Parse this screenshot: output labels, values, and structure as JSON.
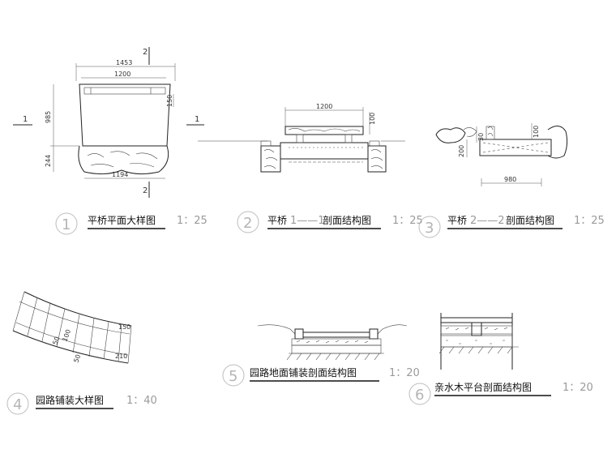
{
  "details": [
    {
      "number": "1",
      "title": "平桥平面大样图",
      "scale": "1：25",
      "dims": [
        "1453",
        "1200",
        "985",
        "244",
        "150",
        "1194"
      ],
      "section_marks": [
        "2",
        "2",
        "1",
        "1"
      ]
    },
    {
      "number": "2",
      "title_a": "平桥",
      "title_b": "1——1",
      "title_c": "剖面结构图",
      "scale": "1：25",
      "dims": [
        "1200",
        "100"
      ]
    },
    {
      "number": "3",
      "title_a": "平桥",
      "title_b": "2——2",
      "title_c": "剖面结构图",
      "scale": "1：25",
      "dims": [
        "980",
        "200",
        "100",
        "30"
      ]
    },
    {
      "number": "4",
      "title": "园路铺装大样图",
      "scale": "1：40",
      "dims": [
        "150",
        "100",
        "50",
        "210",
        "50"
      ]
    },
    {
      "number": "5",
      "title": "园路地面铺装剖面结构图",
      "scale": "1：20"
    },
    {
      "number": "6",
      "title": "亲水木平台剖面结构图",
      "scale": "1：20"
    }
  ]
}
